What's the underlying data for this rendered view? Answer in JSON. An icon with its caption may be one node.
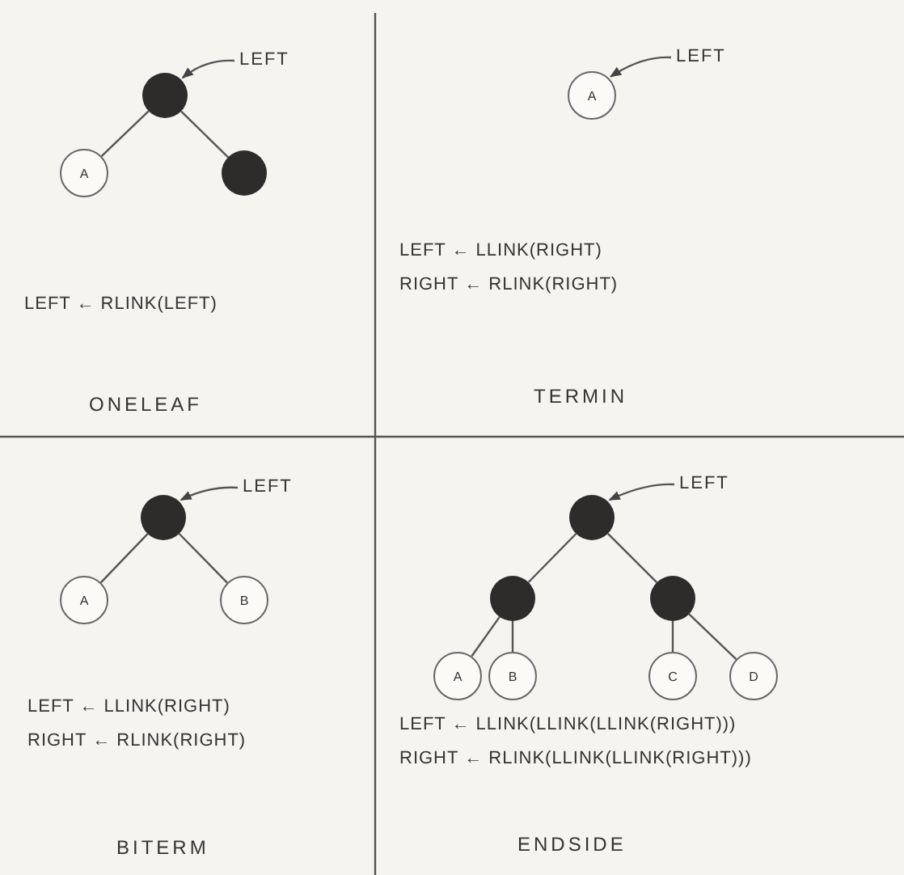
{
  "diagram": {
    "nodes": [
      {
        "text": [
          "LEFT"
        ]
      },
      {
        "text": [],
        "shape": "circle"
      },
      {
        "text": [
          "A"
        ]
      },
      {
        "text": [],
        "shape": "circle"
      },
      {
        "text": [
          "LEFT"
        ]
      },
      {
        "text": [
          "A"
        ]
      },
      {
        "text": [
          "LEFT"
        ]
      },
      {
        "text": [],
        "shape": "circle"
      },
      {
        "text": [
          "A"
        ]
      },
      {
        "text": [
          "B"
        ]
      },
      {
        "text": [
          "LEFT"
        ]
      },
      {
        "text": [],
        "shape": "circle"
      },
      {
        "text": [],
        "shape": "circle"
      },
      {
        "text": [],
        "shape": "circle"
      },
      {
        "text": [
          "A"
        ]
      },
      {
        "text": [
          "B"
        ]
      },
      {
        "text": [
          "C"
        ]
      },
      {
        "text": [
          "D"
        ]
      }
    ],
    "edges": [
      {
        "from": 0,
        "to": 1,
        "arrow": "to"
      },
      {
        "from": 1,
        "to": 2,
        "arrow": "none"
      },
      {
        "from": 1,
        "to": 3,
        "arrow": "none"
      },
      {
        "from": 4,
        "to": 5,
        "arrow": "to"
      },
      {
        "from": 6,
        "to": 7,
        "arrow": "to"
      },
      {
        "from": 7,
        "to": 8,
        "arrow": "none"
      },
      {
        "from": 7,
        "to": 9,
        "arrow": "none"
      },
      {
        "from": 10,
        "to": 11,
        "arrow": "to"
      },
      {
        "from": 11,
        "to": 12,
        "arrow": "none"
      },
      {
        "from": 11,
        "to": 13,
        "arrow": "none"
      },
      {
        "from": 12,
        "to": 14,
        "arrow": "none"
      },
      {
        "from": 12,
        "to": 15,
        "arrow": "none"
      },
      {
        "from": 13,
        "to": 16,
        "arrow": "none"
      },
      {
        "from": 13,
        "to": 17,
        "arrow": "none"
      }
    ],
    "labels": [
      "LEFT ← RLINK(LEFT)",
      "ONELEAF",
      "LEFT ← LLINK(RIGHT)",
      "RIGHT ← RLINK(RIGHT)",
      "TERMIN",
      "LEFT ← LLINK(RIGHT)",
      "RIGHT ← RLINK(RIGHT)",
      "BITERM",
      "LEFT ← LLINK(LLINK(LLINK(RIGHT)))",
      "RIGHT ← RLINK(LLINK(LLINK(RIGHT)))",
      "ENDSIDE"
    ]
  }
}
